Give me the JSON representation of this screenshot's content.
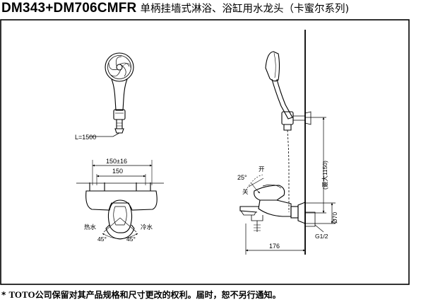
{
  "header": {
    "model": "DM343+DM706CMFR",
    "description": "单柄挂墙式淋浴、浴缸用水龙头（卡蜜尔系列)"
  },
  "labels": {
    "hose_length": "L=1500",
    "center_distance_tol": "150±16",
    "center_distance": "150",
    "hot_water": "热水",
    "cold_water": "冷水",
    "angle_left": "45°",
    "angle_right": "45°",
    "lever_angle": "25°",
    "open": "开",
    "close": "关",
    "max_height": "(最大1150)",
    "diameter": "Ø70",
    "thread": "G1/2",
    "projection": "176"
  },
  "footer": {
    "star": "*",
    "brand": "TOTO",
    "notice": "公司保留对其产品规格和尺寸更改的权利。届时，恕不另行通知。"
  }
}
